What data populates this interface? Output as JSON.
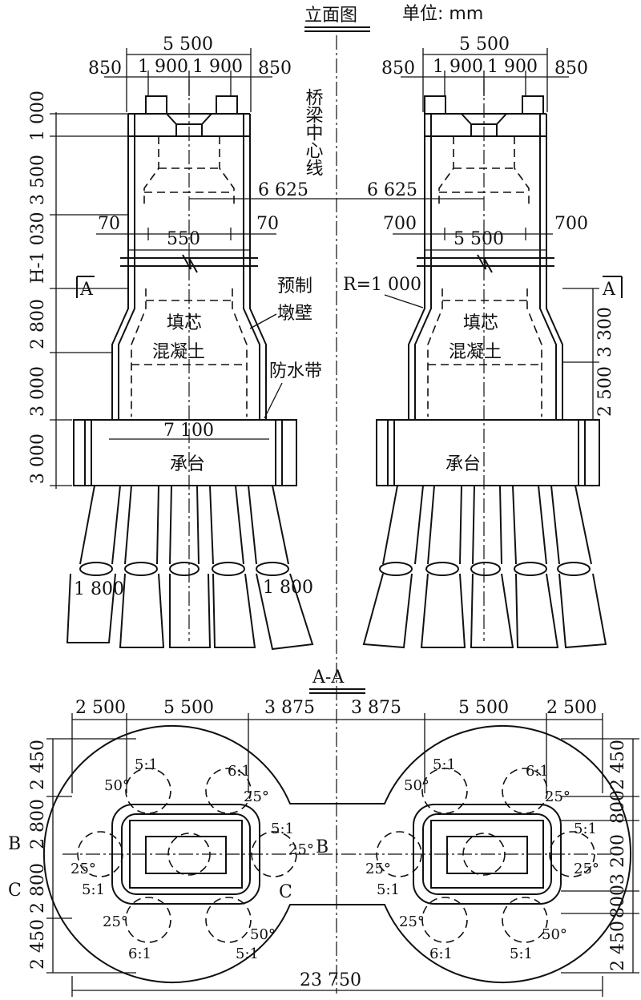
{
  "elevation": {
    "title": "立面图",
    "unit": "单位: mm",
    "bridge_center": "桥梁中心线",
    "top_dims": [
      "5 500",
      "850",
      "1 900",
      "1 900",
      "850"
    ],
    "left_vert_dims": [
      "1 000",
      "3 500",
      "H-1 030",
      "2 800",
      "3 000",
      "3 000"
    ],
    "pier_width_left": "550",
    "pier_width_right": "5 500",
    "wall_left": "70",
    "wall_right": "700",
    "offset": "6 625",
    "radius": "R=1 000",
    "right_vert_dims": [
      "3 300",
      "2 500"
    ],
    "precast_label": "预制墩壁",
    "fill_label": "填芯混凝土",
    "waterstop_label": "防水带",
    "cap_width": "7 100",
    "cap_label": "承台",
    "pile_dia": "1 800",
    "section_mark": "A"
  },
  "plan": {
    "title": "A-A",
    "top_dims": [
      "2 500",
      "5 500",
      "3 875",
      "3 875",
      "5 500",
      "2 500"
    ],
    "left_vert_dims": [
      "2 450",
      "2 800",
      "2 800",
      "2 450"
    ],
    "right_vert_dims": [
      "2 450",
      "800",
      "3 200",
      "800",
      "2 450"
    ],
    "total": "23 750",
    "section_b": "B",
    "section_c": "C",
    "slopes": [
      "5:1",
      "6:1",
      "5:1",
      "5:1",
      "6:1",
      "5:1"
    ],
    "angles": [
      "50°",
      "25°",
      "25°",
      "25°",
      "25°",
      "50°"
    ]
  }
}
